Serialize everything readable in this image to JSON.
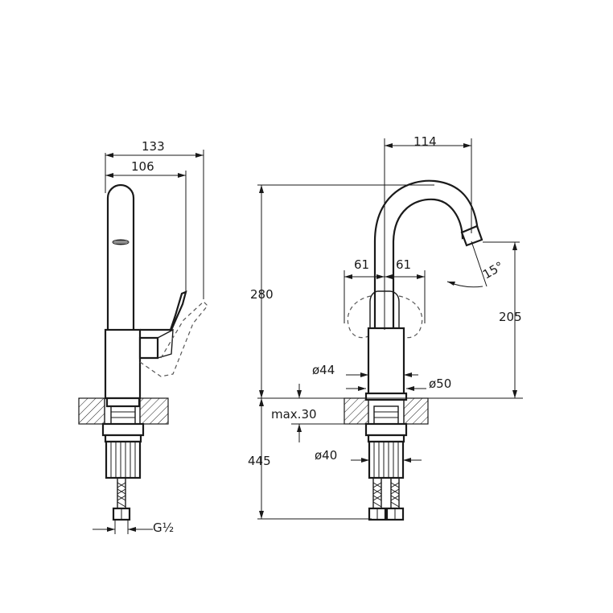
{
  "drawing": {
    "side_view": {
      "width_overall": "133",
      "width_spout": "106",
      "thread": "G½"
    },
    "front_view": {
      "spout_reach": "114",
      "height_total": "280",
      "spout_height": "205",
      "swivel_left": "61",
      "swivel_right": "61",
      "swivel_angle": "15°",
      "diameter_body": "ø44",
      "diameter_base": "ø50",
      "max_thickness": "max.30",
      "hose_length": "445",
      "diameter_hole": "ø40"
    }
  }
}
